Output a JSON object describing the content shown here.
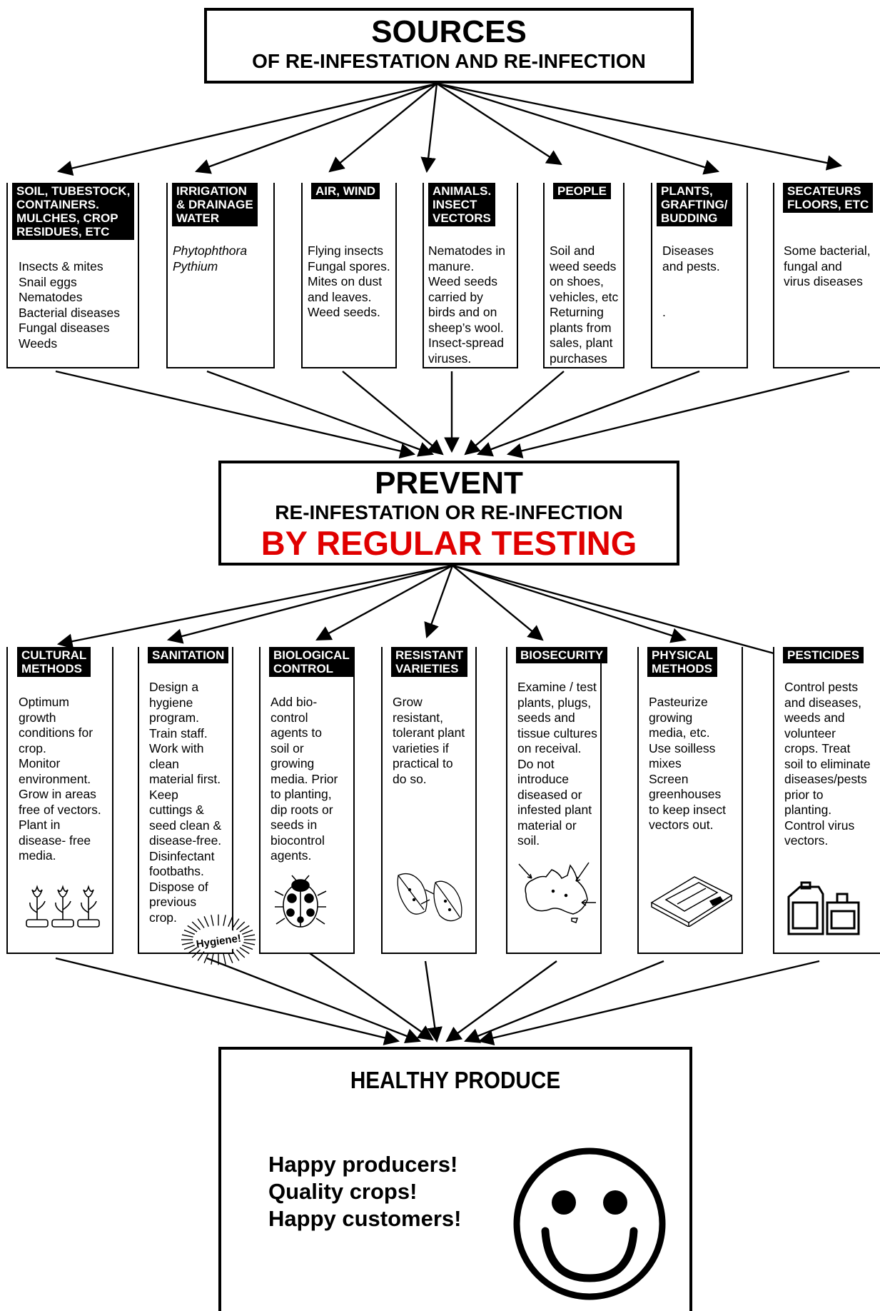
{
  "sources": {
    "title": "SOURCES",
    "subtitle": "OF RE-INFESTATION AND RE-INFECTION"
  },
  "source_boxes": [
    {
      "label": "SOIL, TUBESTOCK,\nCONTAINERS.\nMULCHES, CROP\nRESIDUES, ETC",
      "text": "Insects & mites\nSnail eggs\nNematodes\nBacterial diseases\nFungal diseases\nWeeds"
    },
    {
      "label": "IRRIGATION\n& DRAINAGE\nWATER",
      "text": "Phytophthora\nPythium"
    },
    {
      "label": "AIR, WIND",
      "text": "Flying insects\nFungal spores.\nMites on dust\nand leaves.\nWeed seeds."
    },
    {
      "label": "ANIMALS.\nINSECT\nVECTORS",
      "text": "Nematodes in\nmanure.\nWeed seeds\ncarried by\nbirds and on\nsheep’s wool.\nInsect-spread\nviruses."
    },
    {
      "label": "PEOPLE",
      "text": "Soil and\nweed seeds\non shoes,\nvehicles, etc\nReturning\nplants from\nsales, plant\npurchases"
    },
    {
      "label": "PLANTS,\nGRAFTING/\nBUDDING",
      "text": "Diseases\nand pests.\n\n\n."
    },
    {
      "label": "SECATEURS\nFLOORS, ETC",
      "text": "Some bacterial,\nfungal and\nvirus diseases"
    }
  ],
  "prevent": {
    "title": "PREVENT",
    "subtitle": "RE-INFESTATION OR RE-INFECTION",
    "emphasis": "BY REGULAR TESTING",
    "emphasis_color": "#e00000"
  },
  "method_boxes": [
    {
      "label": "CULTURAL\nMETHODS",
      "text": "Optimum\ngrowth\nconditions for\ncrop.\nMonitor\nenvironment.\nGrow in areas\nfree of vectors.\nPlant in\ndisease- free\nmedia.",
      "icon": "tulips-icon"
    },
    {
      "label": "SANITATION",
      "text": "Design a\nhygiene\nprogram.\nTrain staff.\nWork with\nclean\nmaterial first.\nKeep\ncuttings &\nseed clean &\ndisease-free.\nDisinfectant\nfootbaths.\nDispose of\nprevious\ncrop.",
      "icon": "hygiene-badge-icon",
      "badge": "Hygiene!"
    },
    {
      "label": "BIOLOGICAL\nCONTROL",
      "text": "Add bio-\ncontrol\nagents to\nsoil or\ngrowing\nmedia. Prior\nto planting,\ndip roots or\nseeds in\nbiocontrol\nagents.",
      "icon": "ladybird-icon"
    },
    {
      "label": "RESISTANT\nVARIETIES",
      "text": "Grow\nresistant,\ntolerant plant\nvarieties if\npractical to\ndo so.",
      "icon": "leaves-icon"
    },
    {
      "label": "BIOSECURITY",
      "text": "Examine / test\nplants, plugs,\nseeds and\ntissue cultures\non receival.\nDo not\nintroduce\ndiseased or\ninfested plant\nmaterial or\nsoil.",
      "icon": "australia-map-icon"
    },
    {
      "label": "PHYSICAL\nMETHODS",
      "text": "Pasteurize\ngrowing\nmedia, etc.\nUse soilless\nmixes\nScreen\ngreenhouses\nto keep insect\nvectors out.",
      "icon": "trap-icon"
    },
    {
      "label": "PESTICIDES",
      "text": "Control pests\nand diseases,\nweeds and\nvolunteer\ncrops. Treat\nsoil to eliminate\ndiseases/pests\nprior to\nplanting.\nControl virus\nvectors.",
      "icon": "chemical-containers-icon"
    }
  ],
  "healthy": {
    "title": "HEALTHY PRODUCE",
    "messages": [
      "Happy producers!",
      "Quality crops!",
      "Happy customers!"
    ],
    "icon": "smiley-face-icon"
  }
}
